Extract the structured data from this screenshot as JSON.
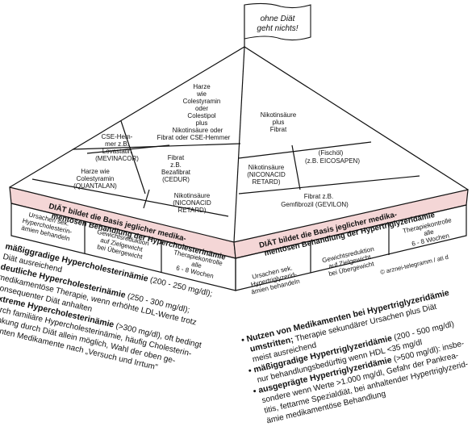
{
  "flag": {
    "line1": "ohne Diät",
    "line2": "geht nichts!"
  },
  "left_face": {
    "top": [
      "Harze",
      "wie",
      "Colestyramin",
      "oder",
      "Colestipol",
      "plus",
      "Nikotinsäure oder",
      "Fibrat oder CSE-Hemmer"
    ],
    "cse": [
      "CSE-Hem-",
      "mer z.B.",
      "Lovastatin",
      "(MEVINACOR)"
    ],
    "harze": [
      "Harze wie",
      "Colestyramin",
      "(QUANTALAN)"
    ],
    "fibrat": [
      "Fibrat",
      "z.B.",
      "Bezafibrat",
      "(CEDUR)"
    ],
    "nikotin": [
      "Nikotinsäure",
      "(NICONACID",
      "RETARD)"
    ]
  },
  "right_face": {
    "top": [
      "Nikotinsäure",
      "plus",
      "Fibrat"
    ],
    "nikotin": [
      "Nikotinsäure",
      "(NICONACID",
      "RETARD)"
    ],
    "fischoel": [
      "(Fischöl)",
      "(z.B. EICOSAPEN)"
    ],
    "fibrat": [
      "Fibrat z.B.",
      "Gemfibrozil (GEVILON)"
    ]
  },
  "band_left": {
    "line1": "DIÄT bildet die Basis jeglicher medika-",
    "line2": "mentösen Behandlung der Hypercholesterinämie"
  },
  "band_right": {
    "line1": "DIÄT bildet die Basis jeglicher medika-",
    "line2": "mentösen Behandlung der Hypertriglyzeridämie"
  },
  "base_left": {
    "b1": [
      "Ursachen sek.",
      "Hypercholesterin-",
      "ämien behandeln"
    ],
    "b2": [
      "Gewichtsreduktion",
      "auf Zielgewicht",
      "bei Übergewicht"
    ],
    "b3": [
      "Therapiekontrolle",
      "alle",
      "6 - 8 Wochen"
    ]
  },
  "base_right": {
    "b1": [
      "Ursachen sek.",
      "Hypertriglyzerid-",
      "ämien behandeln"
    ],
    "b2": [
      "Gewichtsreduktion",
      "auf Zielgewicht",
      "bei Übergewicht"
    ],
    "b3": [
      "Therapiekontrolle",
      "alle",
      "6 - 8 Wochen"
    ]
  },
  "copyright": "© arznei-telegramm / ati d",
  "left_text": [
    {
      "bold": "mäßiggradige Hypercholesterinämie",
      "rest": " (200 - 250 mg/dl);"
    },
    {
      "bold": "",
      "rest": "Diät ausreichend"
    },
    {
      "bold": "deutliche Hypercholesterinämie",
      "rest": " (250 - 300 mg/dl);"
    },
    {
      "bold": "",
      "rest": "medikamentöse Therapie, wenn erhöhte LDL-Werte trotz"
    },
    {
      "bold": "",
      "rest": "konsequenter Diät anhalten"
    },
    {
      "bold": "extreme Hypercholesterinämie",
      "rest": " (>300 mg/dl), oft bedingt"
    },
    {
      "bold": "",
      "rest": "durch familiäre Hypercholesterinämie, häufig Cholesterin-"
    },
    {
      "bold": "",
      "rest": "senkung durch Diät allein möglich, Wahl der oben ge-"
    },
    {
      "bold": "",
      "rest": "nannten Medikamente nach „Versuch und Irrtum\""
    }
  ],
  "right_text": [
    {
      "bullet": "•",
      "bold": "Nutzen von Medikamenten bei Hypertriglyzeridämie",
      "rest": ""
    },
    {
      "bullet": "",
      "bold": "umstritten;",
      "rest": " Therapie sekundärer Ursachen plus Diät"
    },
    {
      "bullet": "",
      "bold": "",
      "rest": "meist ausreichend"
    },
    {
      "bullet": "•",
      "bold": "mäßiggradige Hypertriglyzeridämie",
      "rest": " (200 - 500 mg/dl)"
    },
    {
      "bullet": "",
      "bold": "",
      "rest": "nur behandlungsbedürftig wenn HDL <35 mg/dl"
    },
    {
      "bullet": "•",
      "bold": "ausgeprägte Hypertriglyzeridämie",
      "rest": " (>500 mg/dl): insbe-"
    },
    {
      "bullet": "",
      "bold": "",
      "rest": "sondere wenn Werte >1.000 mg/dl, Gefahr der Pankrea-"
    },
    {
      "bullet": "",
      "bold": "",
      "rest": "titis, fettarme Spezialdiät, bei anhaltender Hypertriglyzerid-"
    },
    {
      "bullet": "",
      "bold": "",
      "rest": "ämie medikamentöse Behandlung"
    }
  ],
  "colors": {
    "band_fill": "#f4d6d6",
    "ink": "#111111"
  }
}
